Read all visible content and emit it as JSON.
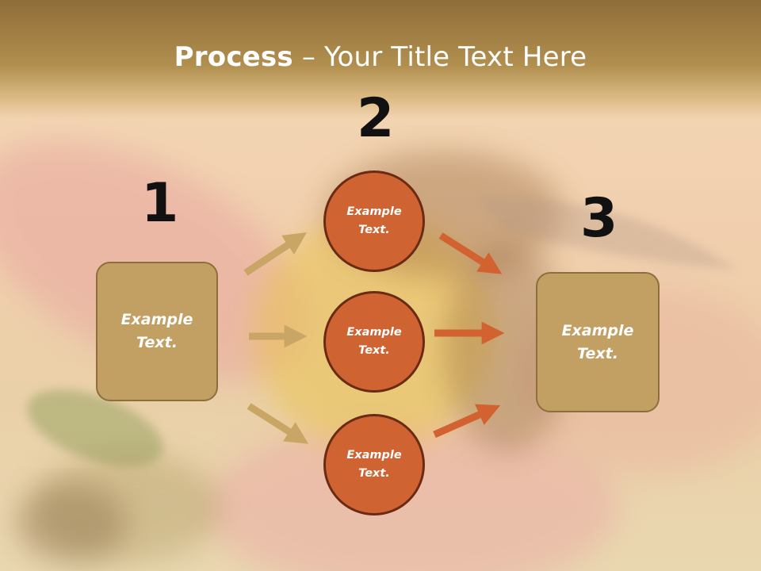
{
  "title": {
    "bold": "Process",
    "dash": " – ",
    "rest": "Your Title Text Here"
  },
  "steps": [
    {
      "number": "1",
      "text": "Example Text."
    },
    {
      "number": "2",
      "items": [
        "Example Text.",
        "Example Text.",
        "Example Text."
      ]
    },
    {
      "number": "3",
      "text": "Example Text."
    }
  ],
  "colors": {
    "box_fill": "#c29f62",
    "circle_fill": "#cf6432",
    "left_arrow": "#c9a566",
    "right_arrow": "#d2622f",
    "title_band": "#9e7d44"
  }
}
